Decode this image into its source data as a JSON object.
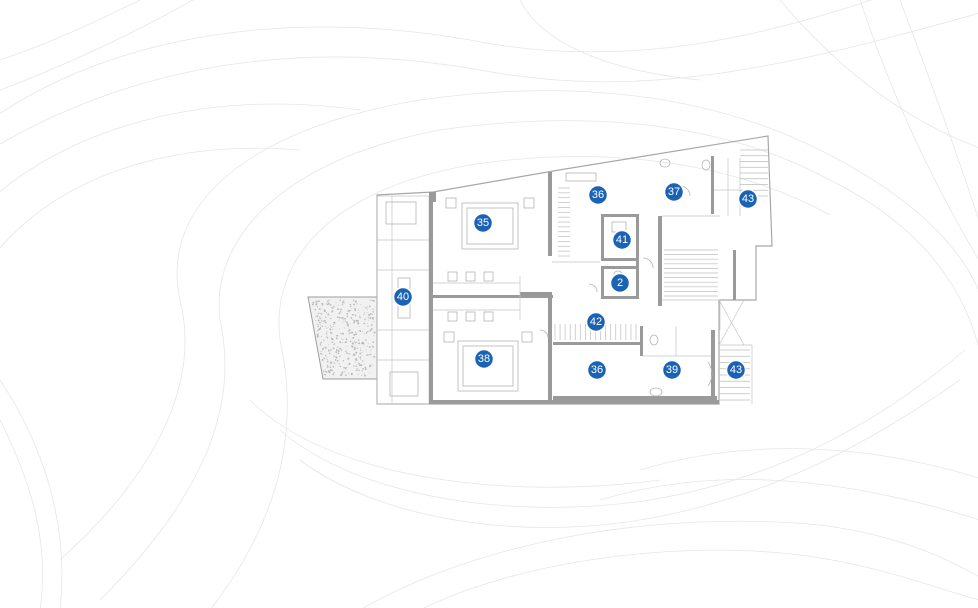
{
  "plan": {
    "markers": [
      {
        "id": "m-35",
        "label": "35"
      },
      {
        "id": "m-36-top",
        "label": "36"
      },
      {
        "id": "m-37",
        "label": "37"
      },
      {
        "id": "m-43-top",
        "label": "43"
      },
      {
        "id": "m-41",
        "label": "41"
      },
      {
        "id": "m-2",
        "label": "2"
      },
      {
        "id": "m-40",
        "label": "40"
      },
      {
        "id": "m-42",
        "label": "42"
      },
      {
        "id": "m-38",
        "label": "38"
      },
      {
        "id": "m-36-bottom",
        "label": "36"
      },
      {
        "id": "m-39",
        "label": "39"
      },
      {
        "id": "m-43-bottom",
        "label": "43"
      }
    ],
    "colors": {
      "marker_fill": "#1a62b5",
      "marker_text": "#ffffff",
      "wall": "#9a9a9a",
      "background": "#ffffff"
    }
  }
}
